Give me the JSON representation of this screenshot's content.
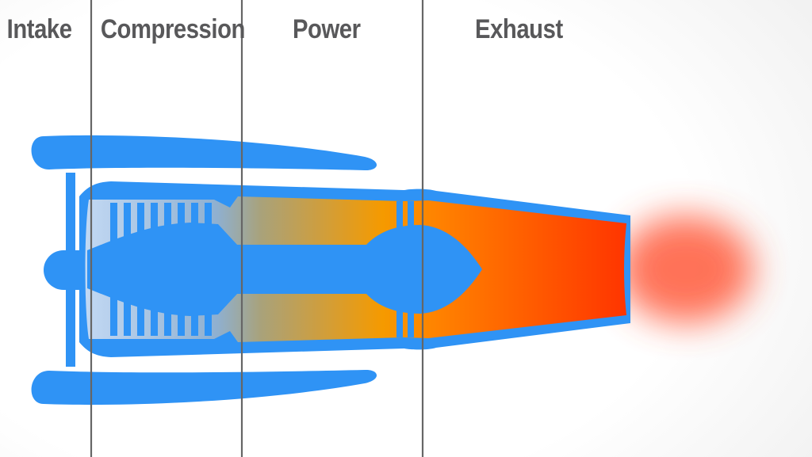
{
  "stages": [
    {
      "label": "Intake"
    },
    {
      "label": "Compression"
    },
    {
      "label": "Power"
    },
    {
      "label": "Exhaust"
    }
  ],
  "colors": {
    "engine_body": "#2f93f5",
    "compressor_air": "#a9c9ef",
    "combustion": "#f59a00",
    "exhaust_hot": "#ff3800",
    "divider": "#666666",
    "label_text": "#58585a"
  }
}
